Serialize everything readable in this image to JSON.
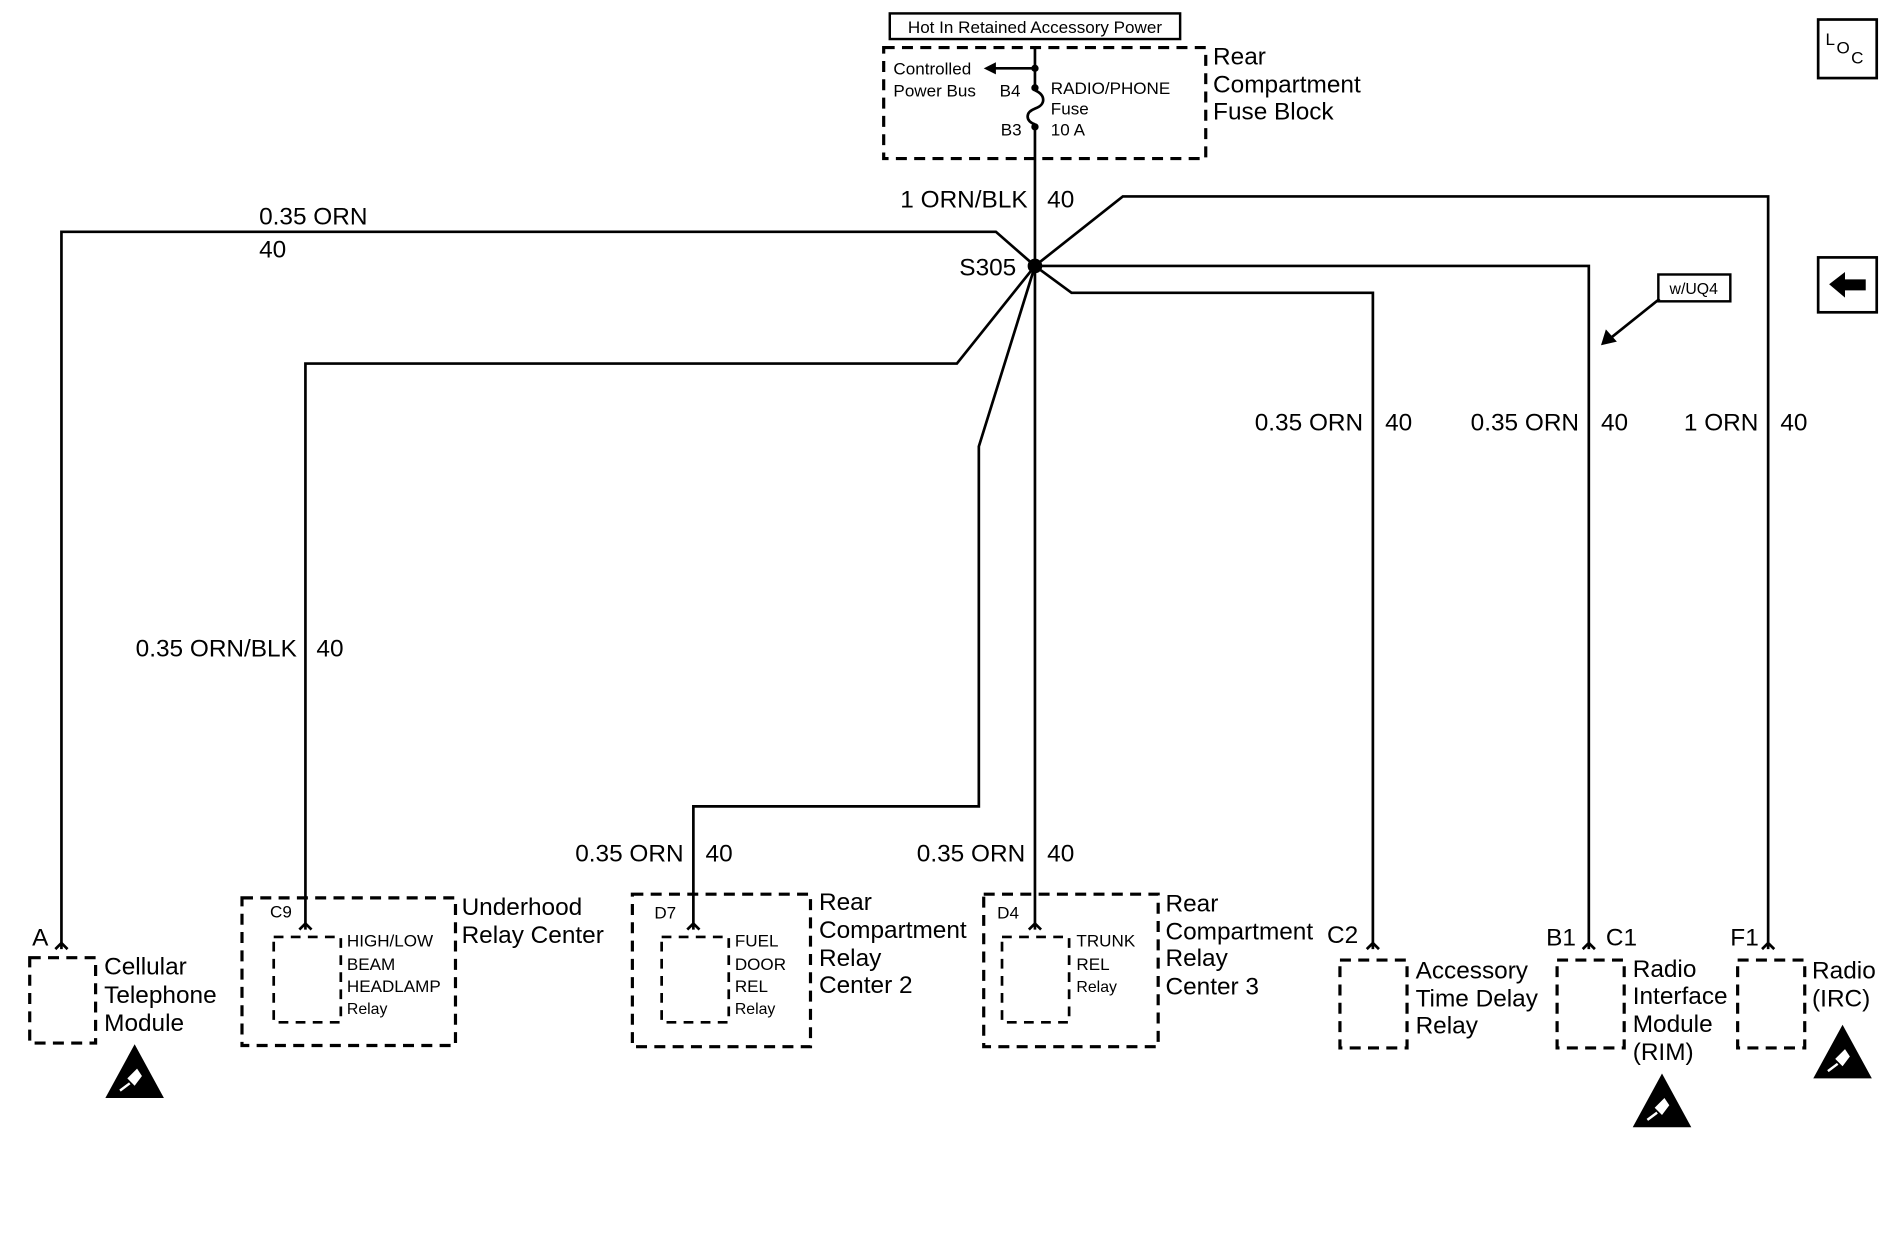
{
  "header_label": "Hot In Retained Accessory Power",
  "fuse_block": {
    "name_lines": [
      "Rear",
      "Compartment",
      "Fuse Block"
    ],
    "controlled_lines": [
      "Controlled",
      "Power Bus"
    ],
    "pin_top": "B4",
    "pin_bottom": "B3",
    "fuse_lines": [
      "RADIO/PHONE",
      "Fuse",
      "10 A"
    ]
  },
  "splice": "S305",
  "option_tag": "w/UQ4",
  "loc_icon": {
    "main": "L",
    "sub1": "O",
    "sub2": "C"
  },
  "nav": {
    "icon": "left-arrow-icon"
  },
  "feed_wire": {
    "wire": "1 ORN/BLK",
    "circuit": "40"
  },
  "wires": {
    "cellular": {
      "wire": "0.35 ORN",
      "circuit": "40"
    },
    "headlamp": {
      "wire": "0.35 ORN/BLK",
      "circuit": "40"
    },
    "fuel": {
      "wire": "0.35 ORN",
      "circuit": "40"
    },
    "trunk": {
      "wire": "0.35 ORN",
      "circuit": "40"
    },
    "accessory": {
      "wire": "0.35 ORN",
      "circuit": "40"
    },
    "rim": {
      "wire": "0.35 ORN",
      "circuit": "40"
    },
    "radio": {
      "wire": "1 ORN",
      "circuit": "40"
    }
  },
  "components": {
    "cellular": {
      "pin": "A",
      "lines": [
        "Cellular",
        "Telephone",
        "Module"
      ]
    },
    "headlamp": {
      "pin": "C9",
      "relay_lines": [
        "HIGH/LOW",
        "BEAM",
        "HEADLAMP",
        "Relay"
      ],
      "center_lines": [
        "Underhood",
        "Relay Center"
      ]
    },
    "fuel": {
      "pin": "D7",
      "relay_lines": [
        "FUEL",
        "DOOR",
        "REL",
        "Relay"
      ],
      "center_lines": [
        "Rear",
        "Compartment",
        "Relay",
        "Center 2"
      ]
    },
    "trunk": {
      "pin": "D4",
      "relay_lines": [
        "TRUNK",
        "REL",
        "Relay"
      ],
      "center_lines": [
        "Rear",
        "Compartment",
        "Relay",
        "Center 3"
      ]
    },
    "accessory": {
      "pin": "C2",
      "lines": [
        "Accessory",
        "Time Delay",
        "Relay"
      ]
    },
    "rim": {
      "pin1": "B1",
      "pin2": "C1",
      "lines": [
        "Radio",
        "Interface",
        "Module",
        "(RIM)"
      ]
    },
    "radio": {
      "pin": "F1",
      "lines": [
        "Radio",
        "(IRC)"
      ]
    }
  },
  "esd_icons": [
    "esd-warning-icon",
    "esd-warning-icon",
    "esd-warning-icon"
  ]
}
